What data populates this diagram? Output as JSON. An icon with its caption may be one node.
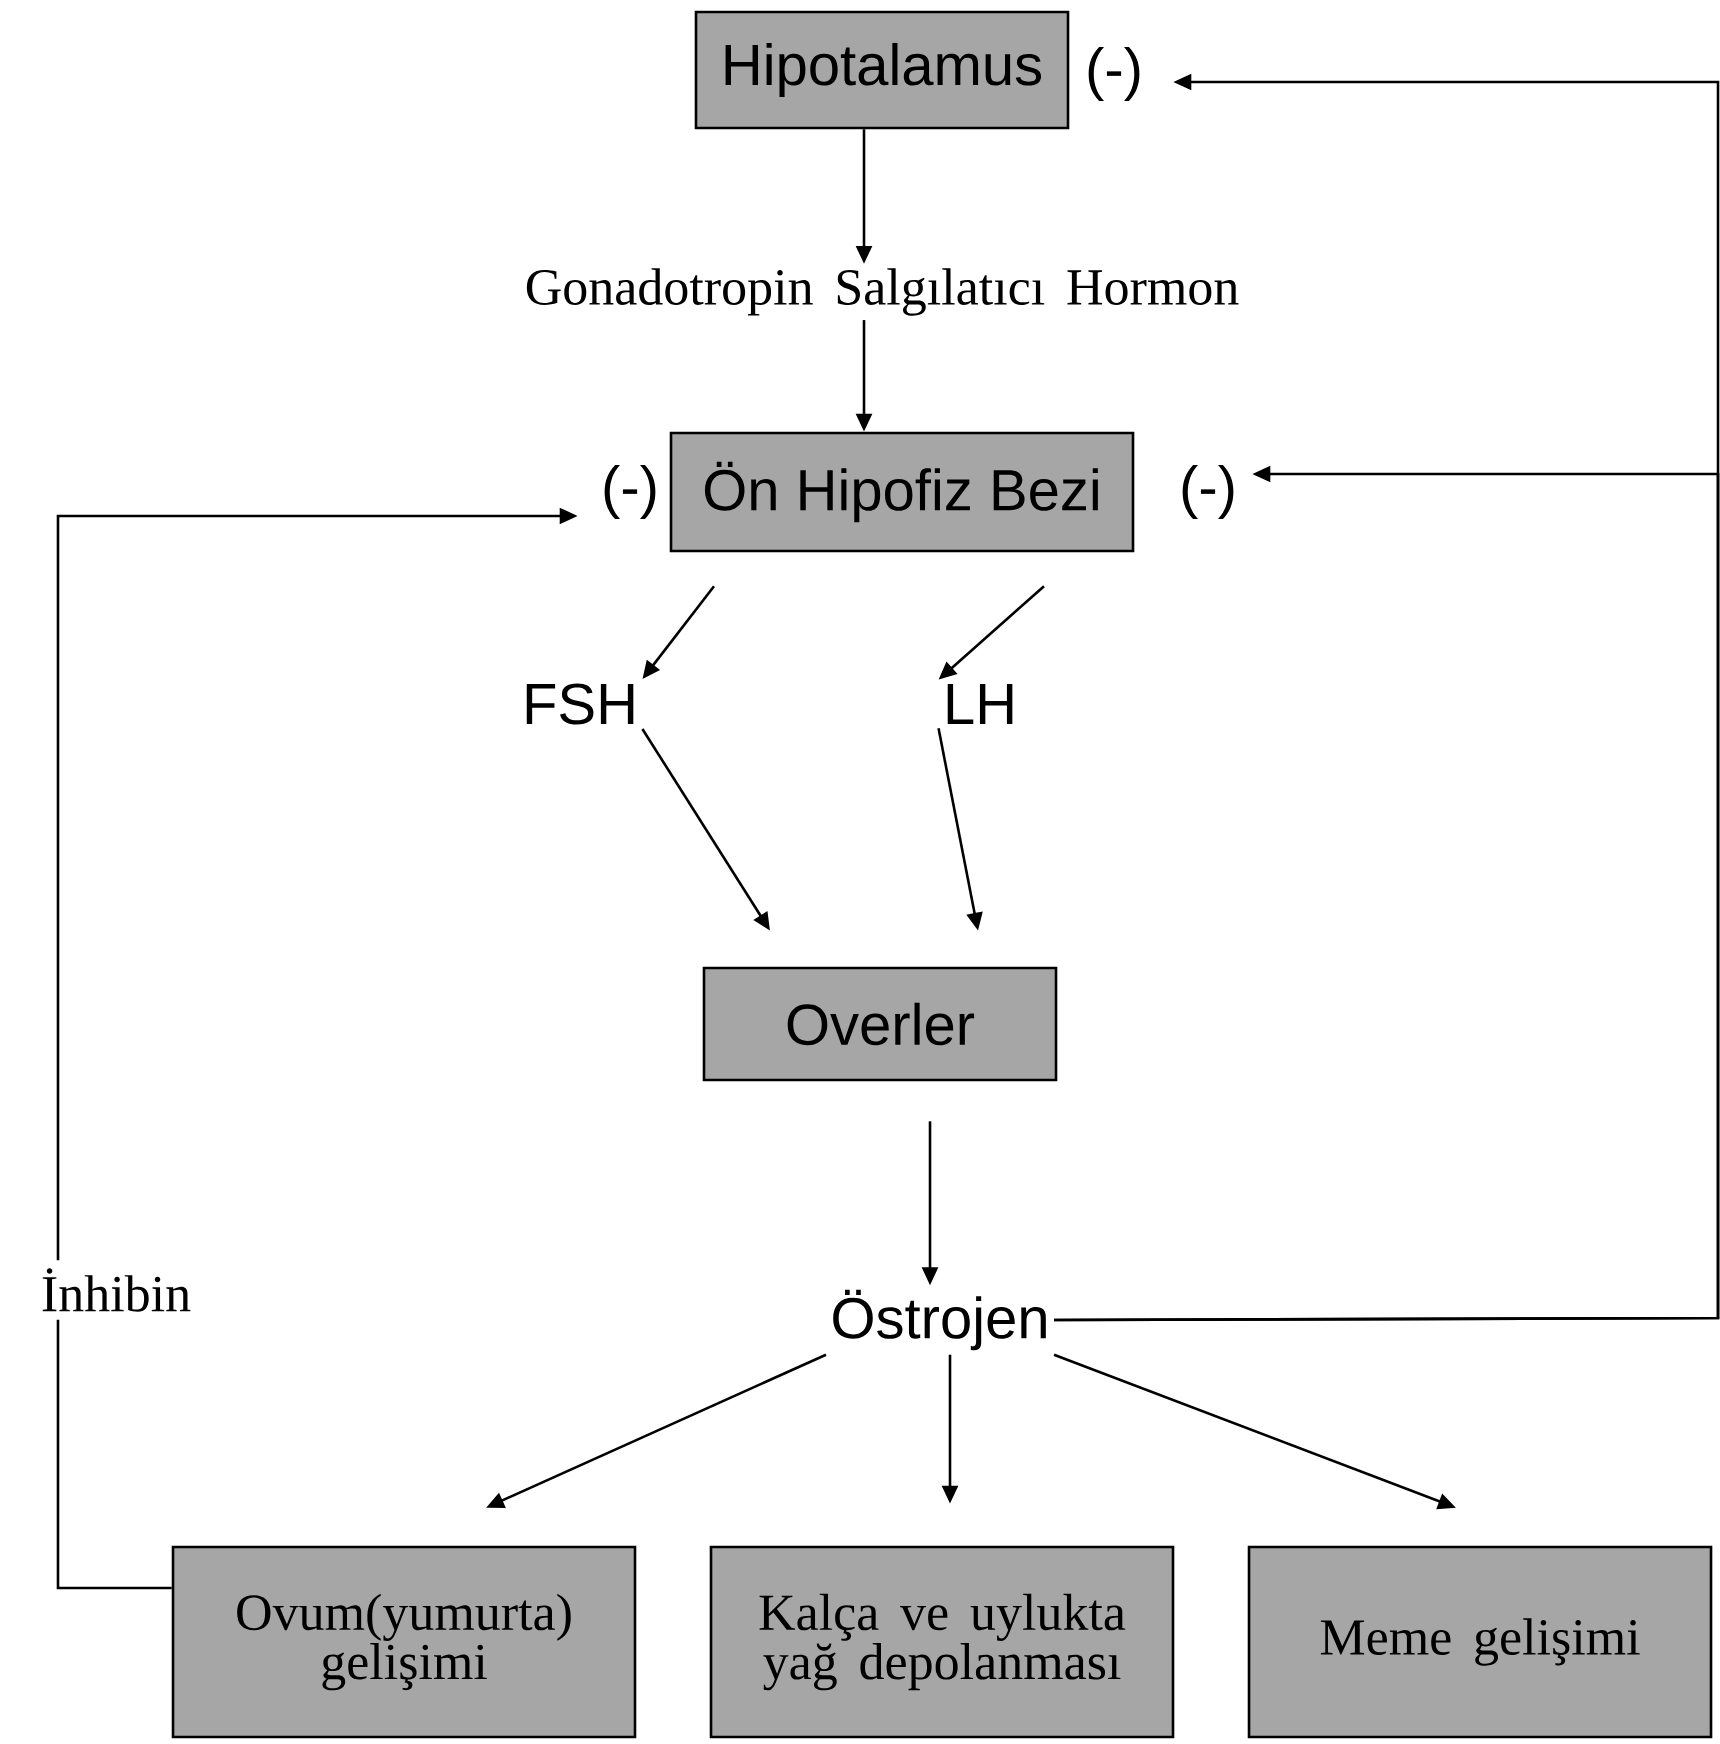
{
  "diagram": {
    "nodes": [
      {
        "text": [
          "Hipotalamus"
        ]
      },
      {
        "text": [
          "Gonadotropin Salgılatıcı Hormon"
        ]
      },
      {
        "text": [
          "Ön Hipofiz Bezi"
        ]
      },
      {
        "text": [
          "FSH"
        ]
      },
      {
        "text": [
          "LH"
        ]
      },
      {
        "text": [
          "Overler"
        ]
      },
      {
        "text": [
          "Östrojen"
        ]
      },
      {
        "text": [
          "Ovum(yumurta) gelişimi"
        ]
      },
      {
        "text": [
          "Kalça ve uylukta yağ depolanması"
        ]
      },
      {
        "text": [
          "Meme gelişimi"
        ]
      }
    ],
    "edges": [
      {
        "from": 0,
        "to": 1,
        "arrow": "to"
      },
      {
        "from": 1,
        "to": 2,
        "arrow": "to"
      },
      {
        "from": 2,
        "to": 3,
        "arrow": "to"
      },
      {
        "from": 2,
        "to": 4,
        "arrow": "to"
      },
      {
        "from": 3,
        "to": 5,
        "arrow": "to"
      },
      {
        "from": 4,
        "to": 5,
        "arrow": "to"
      },
      {
        "from": 5,
        "to": 6,
        "arrow": "to"
      },
      {
        "from": 6,
        "to": 7,
        "arrow": "to"
      },
      {
        "from": 6,
        "to": 8,
        "arrow": "to"
      },
      {
        "from": 6,
        "to": 9,
        "arrow": "to"
      },
      {
        "from": 7,
        "to": 2,
        "arrow": "to",
        "label": "İnhibin"
      },
      {
        "from": 6,
        "to": 0,
        "arrow": "to"
      },
      {
        "from": 6,
        "to": 2,
        "arrow": "to"
      }
    ],
    "labels": [
      "(-)",
      "(-)",
      "(-)"
    ]
  }
}
